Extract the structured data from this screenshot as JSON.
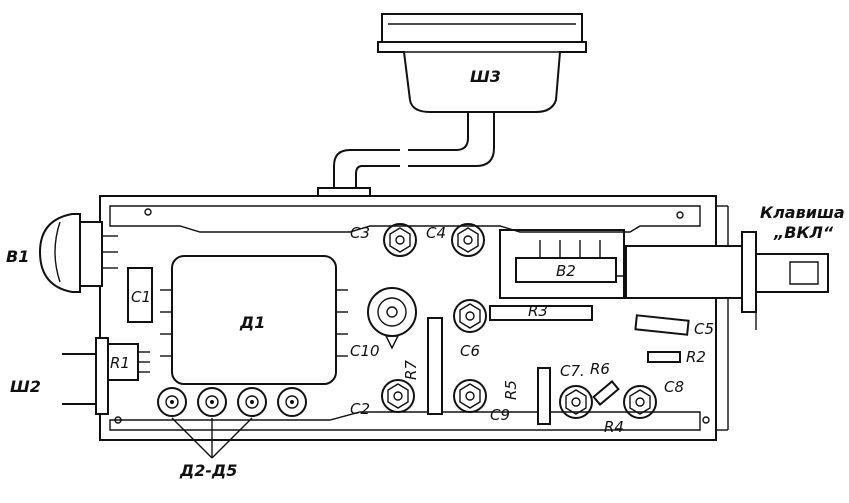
{
  "labels": {
    "sh3": "Ш3",
    "b1": "В1",
    "c1": "С1",
    "d1": "Д1",
    "r1": "R1",
    "sh2": "Ш2",
    "c3": "С3",
    "c4": "С4",
    "c10": "С10",
    "r7": "R7",
    "c6": "С6",
    "r3": "R3",
    "b2": "В2",
    "c5": "С5",
    "r2": "R2",
    "c2": "С2",
    "c9": "С9",
    "r5": "R5",
    "c7": "С7.",
    "r6": "R6",
    "c8": "С8",
    "r4": "R4",
    "d2d5": "Д2-Д5",
    "key_line1": "Клавиша",
    "key_line2": "„ВКЛ“"
  }
}
